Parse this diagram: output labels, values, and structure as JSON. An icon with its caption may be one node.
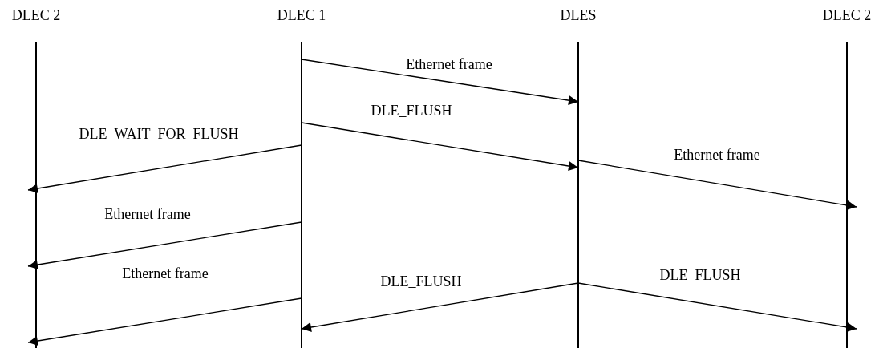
{
  "diagram": {
    "nodes": [
      {
        "text": [
          "DLEC 2"
        ]
      },
      {
        "text": [
          "DLEC 1"
        ]
      },
      {
        "text": [
          "DLES"
        ]
      },
      {
        "text": [
          "DLEC 2"
        ]
      }
    ],
    "edges": [
      {
        "from": 1,
        "to": 2,
        "arrow": "to",
        "label": "Ethernet frame"
      },
      {
        "from": 1,
        "to": 2,
        "arrow": "to",
        "label": "DLE_FLUSH"
      },
      {
        "from": 1,
        "to": 0,
        "arrow": "to",
        "label": "DLE_WAIT_FOR_FLUSH"
      },
      {
        "from": 2,
        "to": 3,
        "arrow": "to",
        "label": "Ethernet frame"
      },
      {
        "from": 1,
        "to": 0,
        "arrow": "to",
        "label": "Ethernet frame"
      },
      {
        "from": 1,
        "to": 0,
        "arrow": "to",
        "label": "Ethernet frame"
      },
      {
        "from": 2,
        "to": 1,
        "arrow": "to",
        "label": "DLE_FLUSH"
      },
      {
        "from": 2,
        "to": 3,
        "arrow": "to",
        "label": "DLE_FLUSH"
      }
    ]
  }
}
